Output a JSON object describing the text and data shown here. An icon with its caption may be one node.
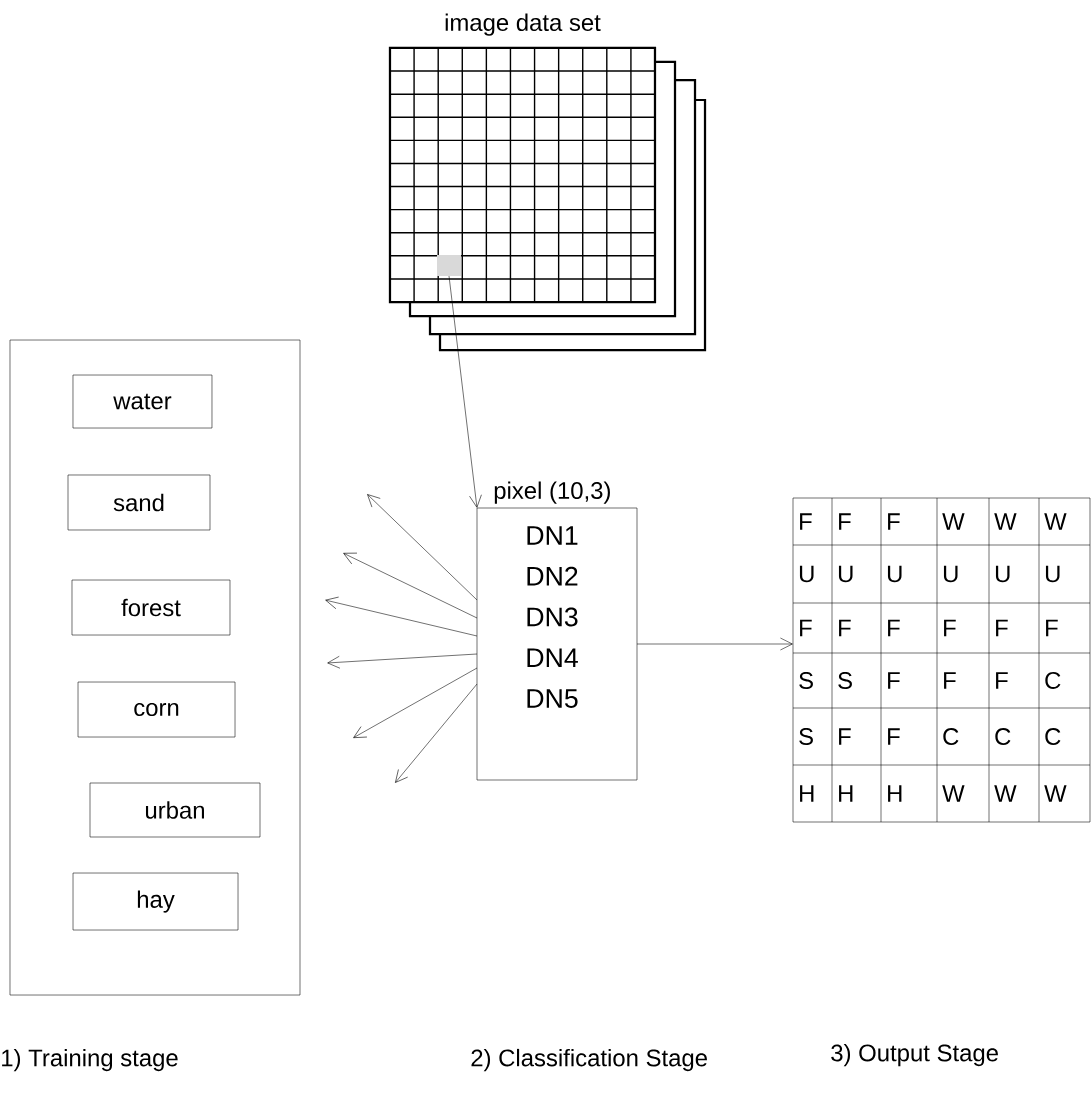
{
  "diagram": {
    "nodes": [
      {
        "text": [
          "image data set"
        ]
      },
      {
        "text": [],
        "shape": "box",
        "in": 0
      },
      {
        "text": [],
        "shape": "box"
      },
      {
        "text": [
          "water"
        ],
        "in": 2
      },
      {
        "text": [
          "sand"
        ],
        "in": 2
      },
      {
        "text": [
          "forest"
        ],
        "in": 2
      },
      {
        "text": [
          "corn"
        ],
        "in": 2
      },
      {
        "text": [
          "urban"
        ],
        "in": 2
      },
      {
        "text": [
          "hay"
        ],
        "in": 2
      },
      {
        "text": [
          "pixel (10,3)",
          "DN1 DN2 DN3 DN4 DN5"
        ]
      },
      {
        "text": [],
        "shape": "box"
      }
    ],
    "edges": [
      {
        "from": 1,
        "to": 9,
        "arrow": "to"
      },
      {
        "from": 9,
        "to": 10,
        "arrow": "to"
      },
      {
        "from": 9,
        "to": null,
        "arrow": "to"
      },
      {
        "from": 9,
        "to": null,
        "arrow": "to"
      },
      {
        "from": 9,
        "to": null,
        "arrow": "to"
      },
      {
        "from": 9,
        "to": null,
        "arrow": "to"
      },
      {
        "from": 9,
        "to": null,
        "arrow": "to"
      },
      {
        "from": 9,
        "to": null,
        "arrow": "to"
      }
    ],
    "labels": [
      "F",
      "F",
      "F",
      "W",
      "W",
      "W",
      "U",
      "U",
      "U",
      "U",
      "U",
      "U",
      "F",
      "F",
      "F",
      "F",
      "F",
      "F",
      "S",
      "S",
      "F",
      "F",
      "F",
      "C",
      "S",
      "F",
      "F",
      "C",
      "C",
      "C",
      "H",
      "H",
      "H",
      "W",
      "W",
      "W",
      "1) Training stage",
      "2) Classification Stage",
      "3) Output Stage"
    ]
  }
}
